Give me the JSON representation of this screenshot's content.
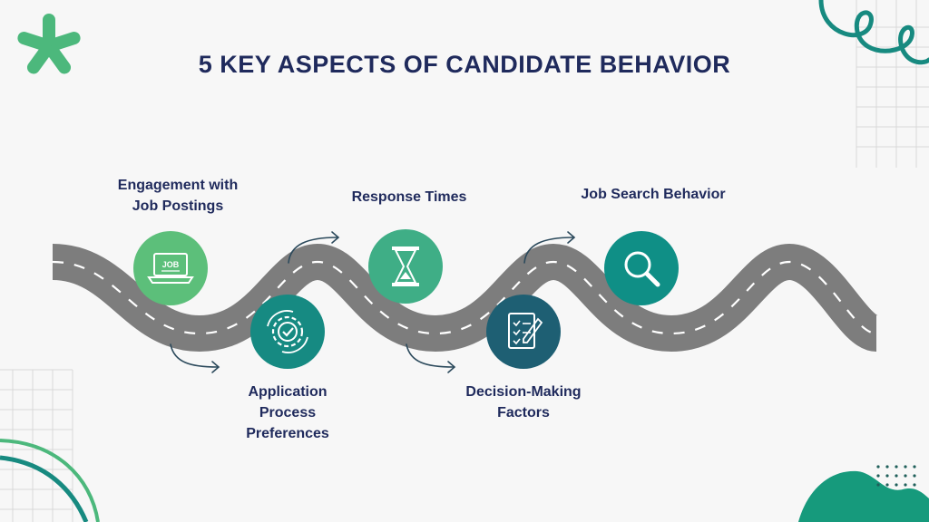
{
  "title": "5 KEY ASPECTS OF CANDIDATE BEHAVIOR",
  "steps": [
    {
      "label": "Engagement with Job Postings",
      "icon": "laptop-job-icon",
      "color": "#5cbf7a"
    },
    {
      "label": "Application Process Preferences",
      "icon": "gear-check-icon",
      "color": "#168a82"
    },
    {
      "label": "Response Times",
      "icon": "hourglass-icon",
      "color": "#3fae86"
    },
    {
      "label": "Decision-Making Factors",
      "icon": "checklist-pen-icon",
      "color": "#1e5f73"
    },
    {
      "label": "Job Search Behavior",
      "icon": "magnifier-icon",
      "color": "#0f8f86"
    }
  ],
  "colors": {
    "road": "#7d7d7d",
    "road_edge": "#eeeeee",
    "title": "#1f2a5c",
    "accent_green": "#4cb87c",
    "accent_teal": "#0f8f86"
  }
}
